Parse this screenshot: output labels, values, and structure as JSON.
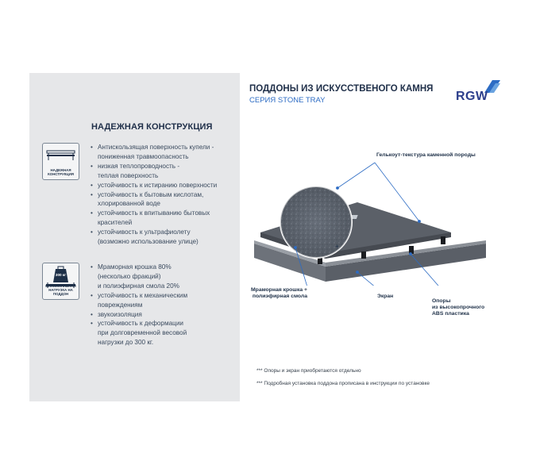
{
  "left_panel": {
    "heading": "НАДЕЖНАЯ КОНСТРУКЦИЯ",
    "badge_1": {
      "icon": "shelf-construction-icon",
      "caption_line1": "НАДЕЖНАЯ",
      "caption_line2": "КОНСТРУКЦИЯ"
    },
    "badge_2": {
      "icon": "weight-load-icon",
      "weight": "300 кг",
      "caption_line1": "МАКСИМАЛЬНАЯ",
      "caption_line2": "НАГРУЗКА НА ПОДДОН"
    },
    "features_1": [
      "Антискользящая поверхность купели -",
      "пониженная травмоопасность",
      "низкая теплопроводность -",
      "теплая поверхность",
      "устойчивость к истиранию поверхности",
      "устойчивость к бытовым кислотам,",
      "хлорированной воде",
      "устойчивость к впитыванию бытовых",
      "красителей",
      "устойчивость к ультрафиолету",
      "(возможно использование улице)"
    ],
    "features_2": [
      "Мраморная крошка 80%",
      "(несколько фракций)",
      "и полиэфирная смола 20%",
      "устойчивость к механическим",
      "повреждениям",
      "звукоизоляция",
      "устойчивость к деформации",
      "при долговременной весовой",
      "нагрузки до 300 кг."
    ]
  },
  "product": {
    "title": "ПОДДОНЫ ИЗ ИСКУССТВЕНОГО КАМНЯ",
    "series": "СЕРИЯ STONE TRAY",
    "brand": "RGW"
  },
  "callouts": {
    "texture": "Гелькоут-текстура каменной породы",
    "marble_line1": "Мраморная крошка +",
    "marble_line2": "полиэфирная смола",
    "screen": "Экран",
    "supports_line1": "Опоры",
    "supports_line2": "из высокопрочного",
    "supports_line3": "ABS пластика"
  },
  "footnotes": {
    "note_1": "*** Опоры и экран приобретаются отдельно",
    "note_2": "*** Подробная установка поддона прописана в инструкции по установке"
  },
  "colors": {
    "accent_blue": "#2d6cc4",
    "brand_blue": "#2d3f8c",
    "panel_gray": "#e6e7e9",
    "stone_gray": "#5b6068"
  }
}
